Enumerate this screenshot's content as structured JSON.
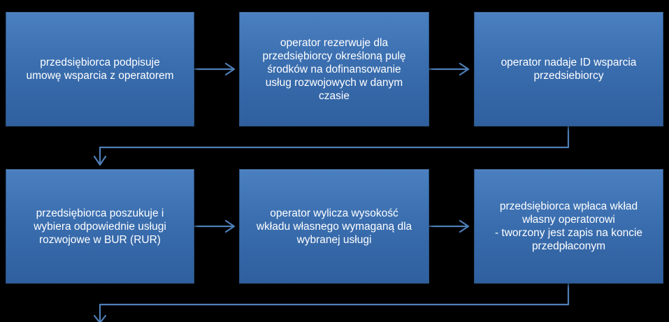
{
  "diagram": {
    "colors": {
      "background": "#000000",
      "box_fill": "#3a6eaf",
      "box_border": "#2d5582",
      "text": "#ffffff",
      "arrow": "#4f7fb8"
    },
    "boxes": [
      {
        "id": "step-1",
        "text": "przedsiębiorca podpisuje\numowę wsparcia z operatorem"
      },
      {
        "id": "step-2",
        "text": "operator rezerwuje dla\nprzedsiębiorcy określoną pulę\nśrodków na dofinansowanie\nusług rozwojowych w danym\nczasie"
      },
      {
        "id": "step-3",
        "text": "operator nadaje ID wsparcia\nprzedsiebiorcy"
      },
      {
        "id": "step-4",
        "text": "przedsiębiorca poszukuje i\nwybiera odpowiednie usługi\nrozwojowe w BUR (RUR)"
      },
      {
        "id": "step-5",
        "text": "operator wylicza wysokość\nwkładu własnego wymaganą dla\nwybranej usługi"
      },
      {
        "id": "step-6",
        "text": "przedsiębiorca wpłaca wkład\nwłasny operatorowi\n- tworzony jest zapis na koncie\nprzedpłaconym"
      }
    ],
    "connectors": [
      {
        "from": "step-1",
        "to": "step-2"
      },
      {
        "from": "step-2",
        "to": "step-3"
      },
      {
        "from": "step-3",
        "to": "step-4"
      },
      {
        "from": "step-4",
        "to": "step-5"
      },
      {
        "from": "step-5",
        "to": "step-6"
      },
      {
        "from": "step-6",
        "to": "next"
      }
    ]
  }
}
